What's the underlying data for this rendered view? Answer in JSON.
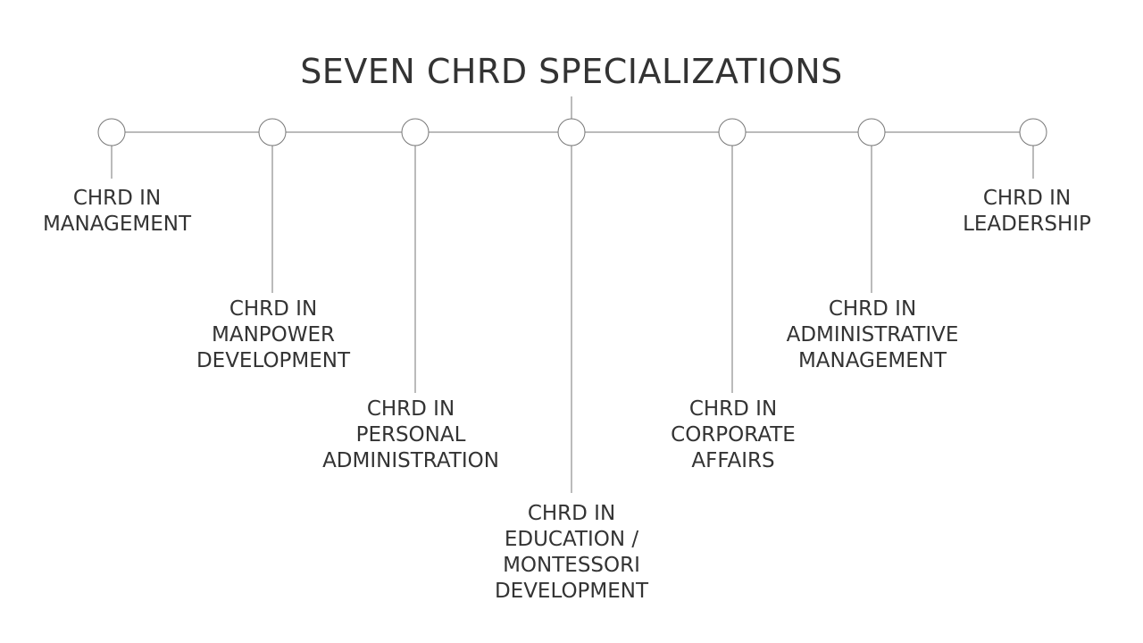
{
  "title": "SEVEN CHRD SPECIALIZATIONS",
  "nodes": [
    {
      "lines": [
        "CHRD IN",
        "MANAGEMENT"
      ]
    },
    {
      "lines": [
        "CHRD IN",
        "MANPOWER",
        "DEVELOPMENT"
      ]
    },
    {
      "lines": [
        "CHRD IN",
        "PERSONAL",
        "ADMINISTRATION"
      ]
    },
    {
      "lines": [
        "CHRD IN",
        "EDUCATION /",
        "MONTESSORI",
        "DEVELOPMENT"
      ]
    },
    {
      "lines": [
        "CHRD IN",
        "CORPORATE",
        "AFFAIRS"
      ]
    },
    {
      "lines": [
        "CHRD IN",
        "ADMINISTRATIVE",
        "MANAGEMENT"
      ]
    },
    {
      "lines": [
        "CHRD IN",
        "LEADERSHIP"
      ]
    }
  ],
  "colors": {
    "text": "#333333",
    "line": "#777777",
    "node_fill": "#ffffff"
  }
}
